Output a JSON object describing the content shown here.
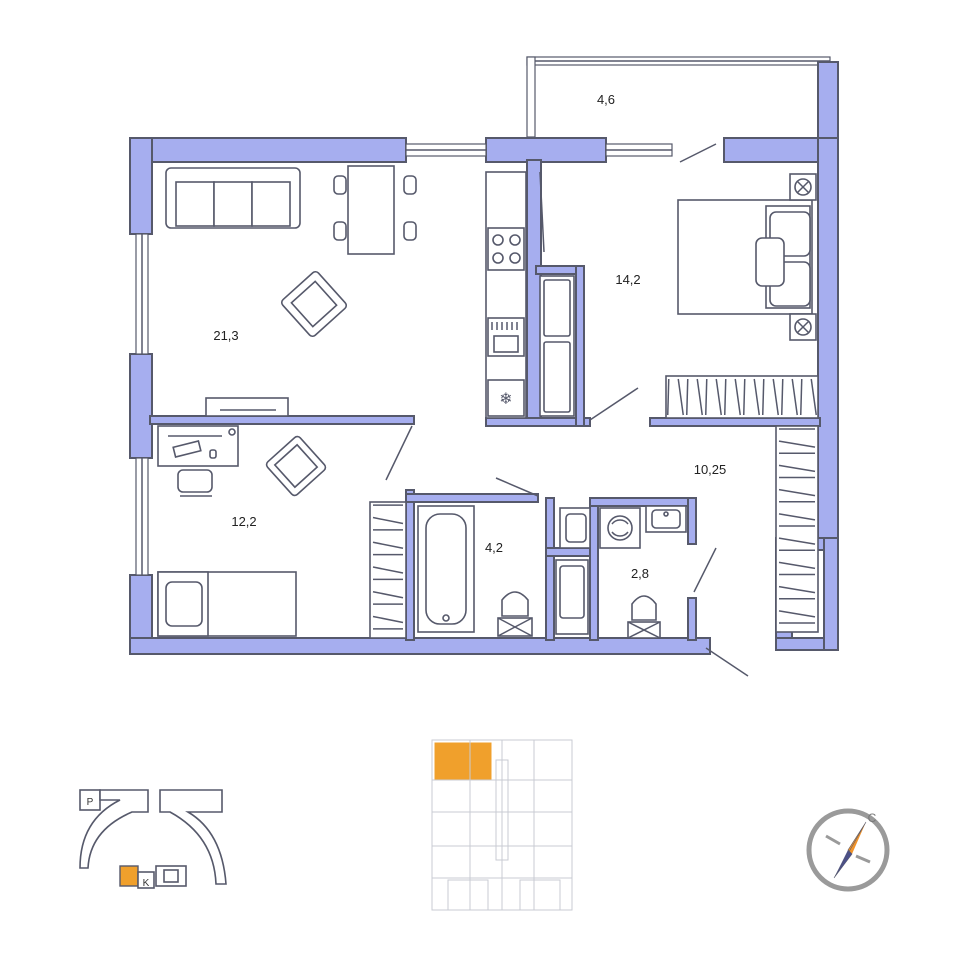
{
  "rooms": [
    {
      "id": "balcony",
      "area": "4,6"
    },
    {
      "id": "living",
      "area": "21,3"
    },
    {
      "id": "bedroom",
      "area": "14,2"
    },
    {
      "id": "child-room",
      "area": "12,2"
    },
    {
      "id": "hall",
      "area": "10,25"
    },
    {
      "id": "bathroom",
      "area": "4,2"
    },
    {
      "id": "toilet",
      "area": "2,8"
    }
  ],
  "site_plan": {
    "parking_label": "P",
    "building_label": "K"
  },
  "compass": {
    "north_label": "С",
    "needle_colors": [
      "#f0932b",
      "#4a4f8c"
    ]
  },
  "colors": {
    "wall_fill": "#a6aeef",
    "wall_stroke": "#56596b",
    "highlight": "#f0a02c"
  }
}
